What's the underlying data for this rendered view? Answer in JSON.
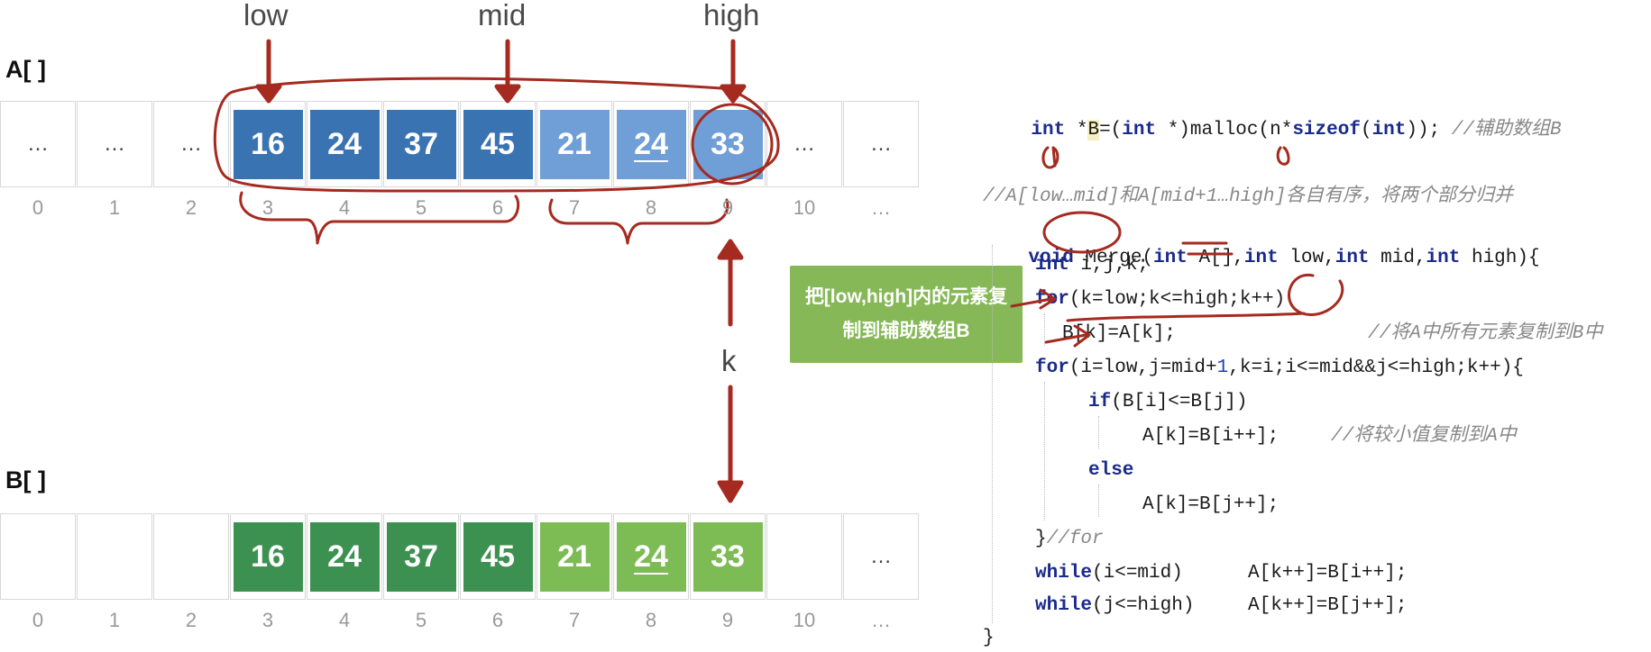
{
  "pointers": {
    "low": "low",
    "mid": "mid",
    "high": "high",
    "k": "k"
  },
  "arrays": {
    "a_name": "A[ ]",
    "b_name": "B[ ]",
    "a_cells": [
      "…",
      "…",
      "…",
      "16",
      "24",
      "37",
      "45",
      "21",
      "24",
      "33",
      "…",
      "…"
    ],
    "b_cells": [
      "",
      "",
      "",
      "16",
      "24",
      "37",
      "45",
      "21",
      "24",
      "33",
      "",
      "…"
    ],
    "indices": [
      "0",
      "1",
      "2",
      "3",
      "4",
      "5",
      "6",
      "7",
      "8",
      "9",
      "10",
      "…"
    ]
  },
  "colors": {
    "a_dark": "#3a73b2",
    "a_light": "#6f9fd6",
    "b_dark": "#3d9150",
    "b_light": "#7dbb55",
    "annotation": "#b3261e",
    "note_bg": "#86b857"
  },
  "note": {
    "text": "把[low,high]内的元素复制到辅助数组B"
  },
  "code": {
    "line1": "int *B=(int *)malloc(n*sizeof(int)); //辅助数组B",
    "comment_header": "//A[low…mid]和A[mid+1…high]各自有序，将两个部分归并",
    "sig": "void Merge(int A[],int low,int mid,int high){",
    "decl": "int i,j,k;",
    "for1": "for(k=low;k<=high;k++)",
    "copy": "B[k]=A[k];",
    "copy_cm": "//将A中所有元素复制到B中",
    "for2": "for(i=low,j=mid+1,k=i;i<=mid&&j<=high;k++){",
    "if": "if(B[i]<=B[j])",
    "assign1": "A[k]=B[i++];",
    "assign1_cm": "//将较小值复制到A中",
    "else": "else",
    "assign2": "A[k]=B[j++];",
    "close_for": "}",
    "close_for_cm": "//for",
    "while1_kw": "while",
    "while1_cond": "(i<=mid)",
    "while1_body": "A[k++]=B[i++];",
    "while2_kw": "while",
    "while2_cond": "(j<=high)",
    "while2_body": "A[k++]=B[j++];",
    "close_fn": "}"
  }
}
